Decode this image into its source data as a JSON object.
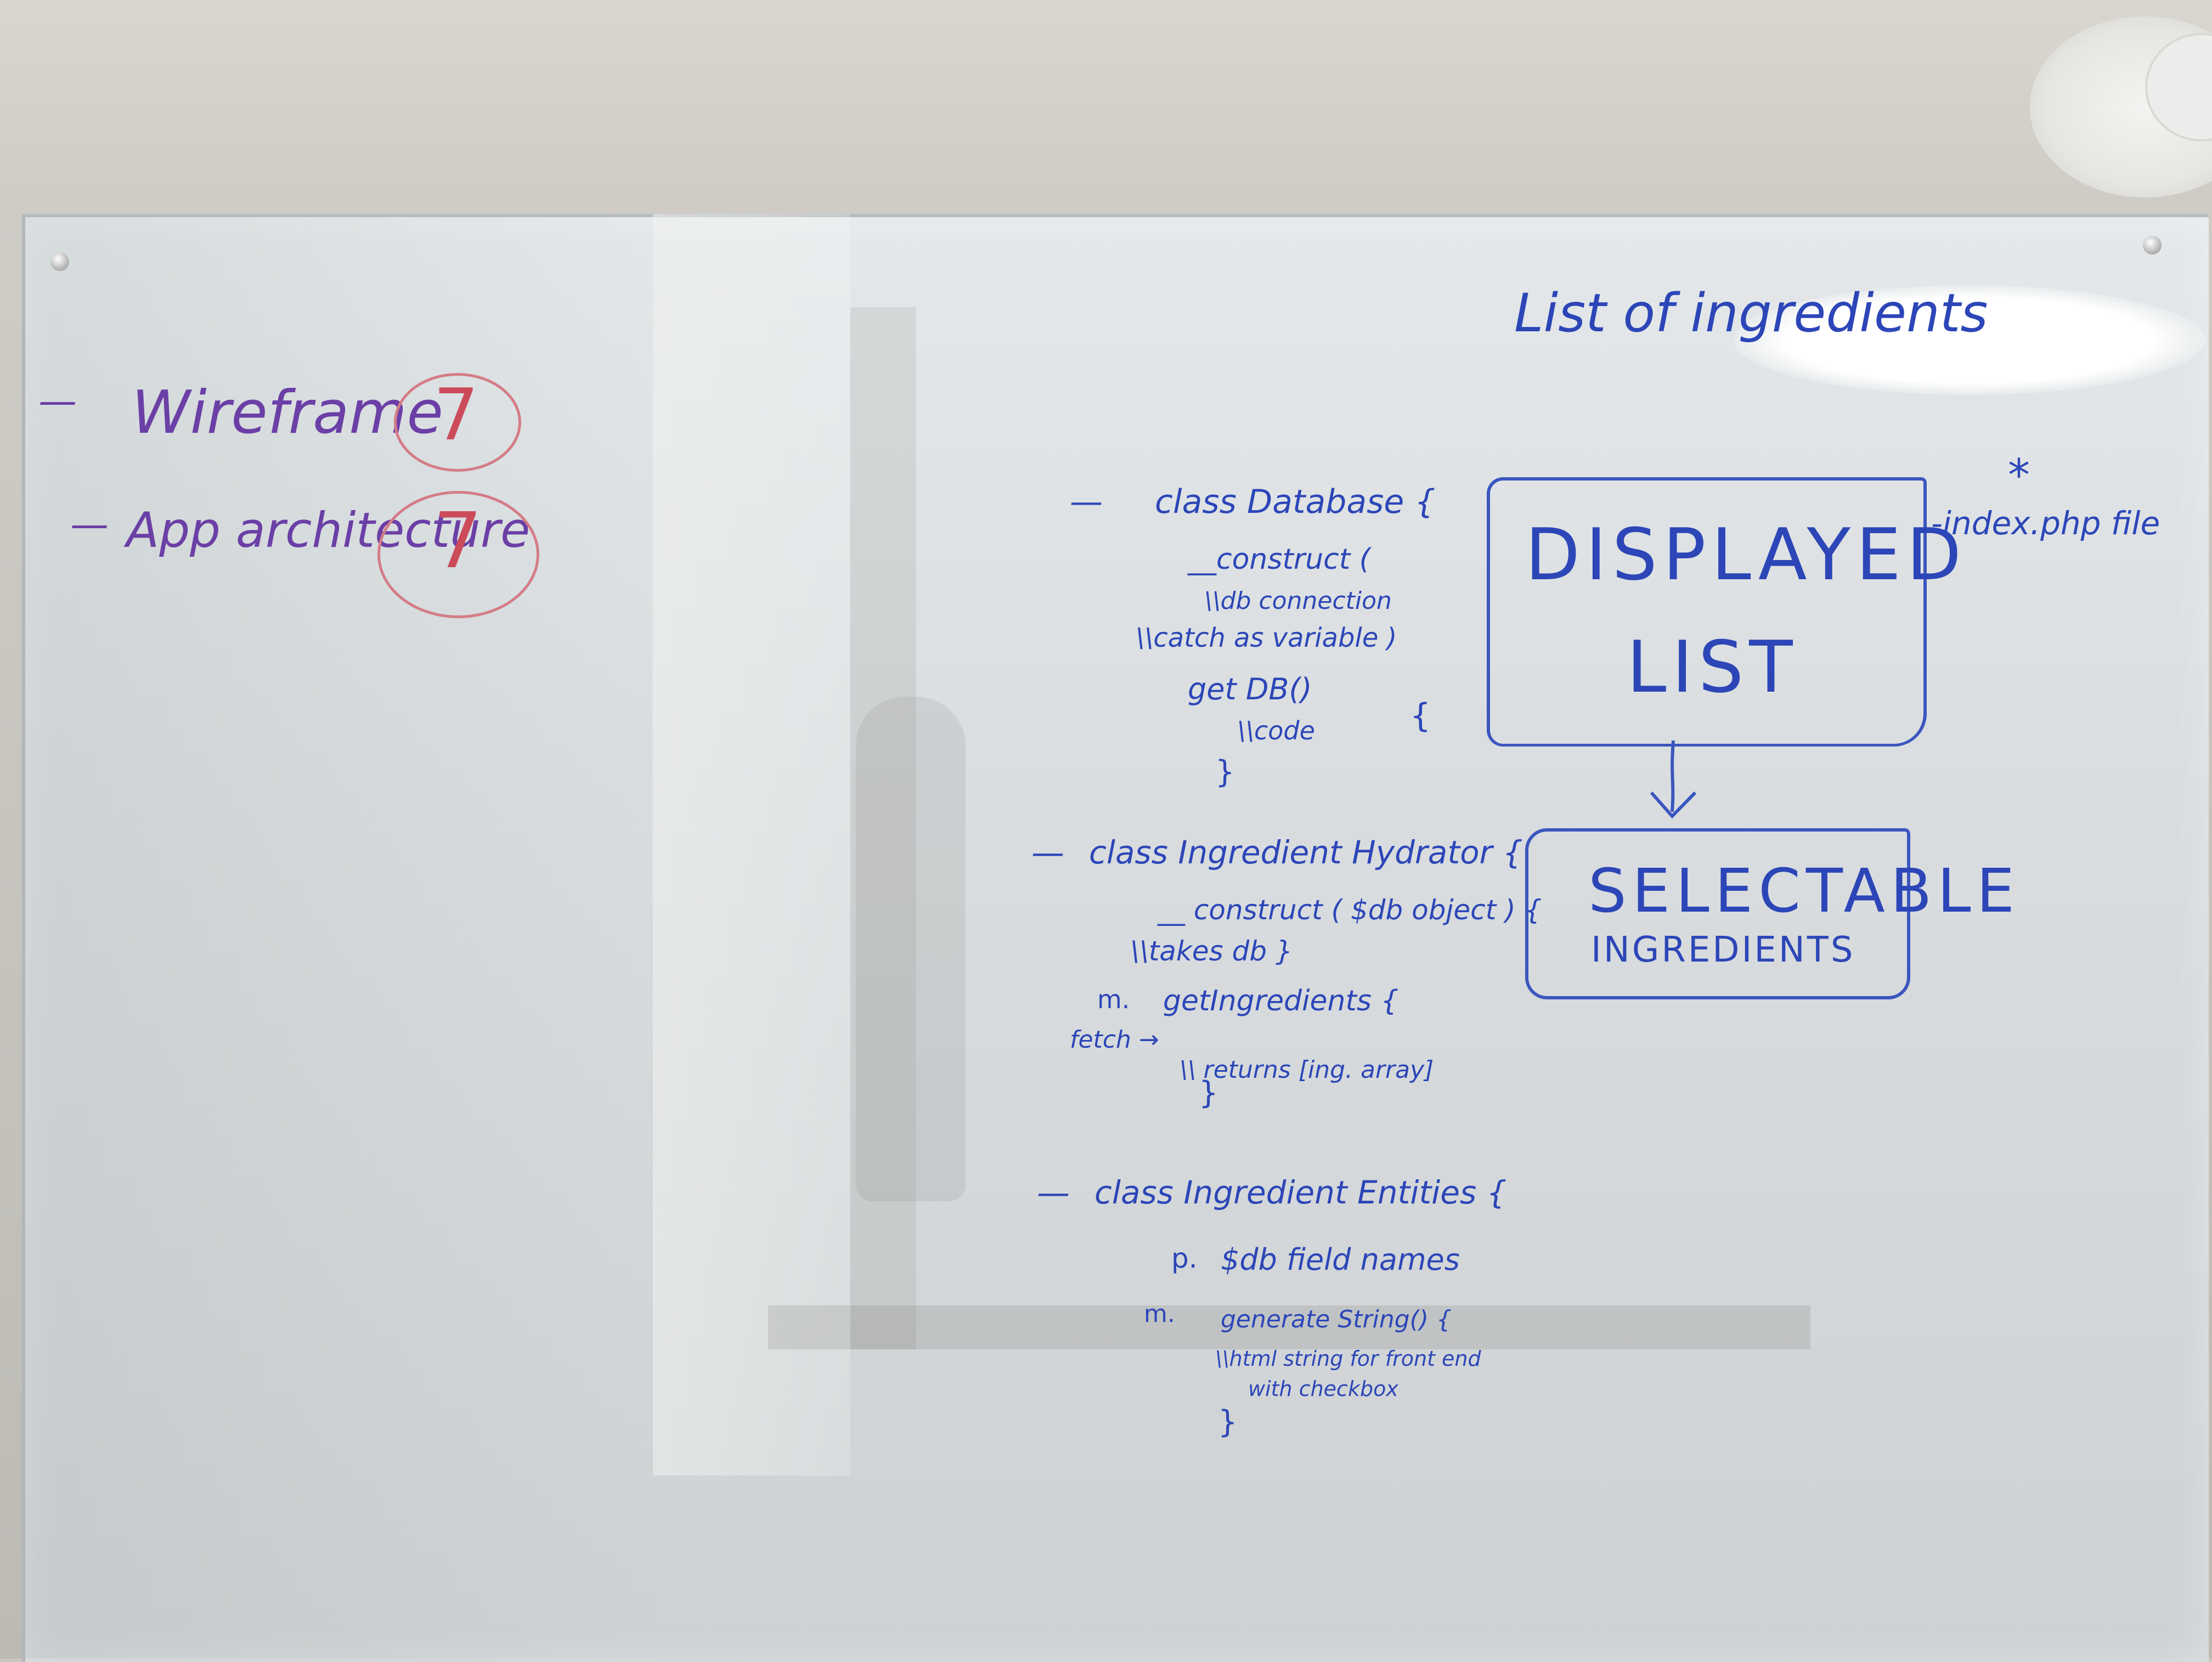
{
  "left_list": {
    "item1": {
      "bullet": "—",
      "text": "Wireframe",
      "score": "7"
    },
    "item2": {
      "bullet": "—",
      "text": "App architecture",
      "score": "7"
    }
  },
  "top_right_heading": "List of ingredients",
  "database": {
    "bullet": "—",
    "lines": [
      "class Database {",
      "__construct (",
      "\\\\db connection",
      "\\\\catch as variable )",
      "get DB()",
      "\\\\code",
      "}",
      "{"
    ]
  },
  "hydrator": {
    "bullet": "—",
    "lines": [
      "class Ingredient Hydrator {",
      "__ construct ( $db object ) {",
      "\\\\takes db }",
      "m.",
      "getIngredients {",
      "fetch →",
      "\\\\ returns [ing. array]",
      "}"
    ]
  },
  "entities": {
    "bullet": "—",
    "lines": [
      "class Ingredient Entities {",
      "p.",
      "$db field names",
      "m.",
      "generate String() {",
      "\\\\html string for front end",
      "with checkbox",
      "}"
    ]
  },
  "displayed_box": {
    "line1": "DISPLAYED",
    "line2": "LIST"
  },
  "index_note": {
    "star": "*",
    "text": "-index.php file"
  },
  "selectable_box": {
    "line1": "SELECTABLE",
    "line2": "INGREDIENTS"
  },
  "colors": {
    "blue_marker": "#2c46b8",
    "purple_marker": "#6b3fa6",
    "red_marker": "#cc4b5a"
  }
}
